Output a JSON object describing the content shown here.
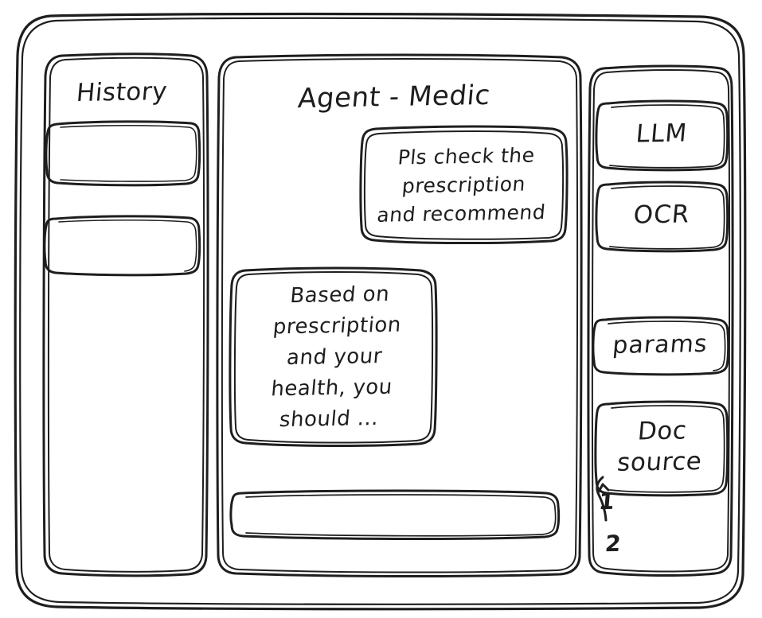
{
  "meta": {
    "style": "hand-drawn wireframe",
    "stroke_color": "#1e1e1e",
    "background_color": "#ffffff"
  },
  "window": {
    "frame_label": "app-window"
  },
  "sidebar_left": {
    "title": "History",
    "items": [
      {
        "label": ""
      },
      {
        "label": ""
      }
    ]
  },
  "main": {
    "title": "Agent - Medic",
    "messages": [
      {
        "role": "user",
        "text": "Pls check the\nprescription\nand recommend"
      },
      {
        "role": "assistant",
        "text": "Based on\nprescription\nand your\nhealth, you\nshould ..."
      }
    ],
    "composer": {
      "value": "",
      "placeholder": ""
    }
  },
  "sidebar_right": {
    "tools": [
      {
        "label": "LLM"
      },
      {
        "label": "OCR"
      },
      {
        "label": "params"
      }
    ],
    "doc_source": {
      "label": "Doc\nsource",
      "refs": [
        "1",
        "2"
      ]
    }
  }
}
